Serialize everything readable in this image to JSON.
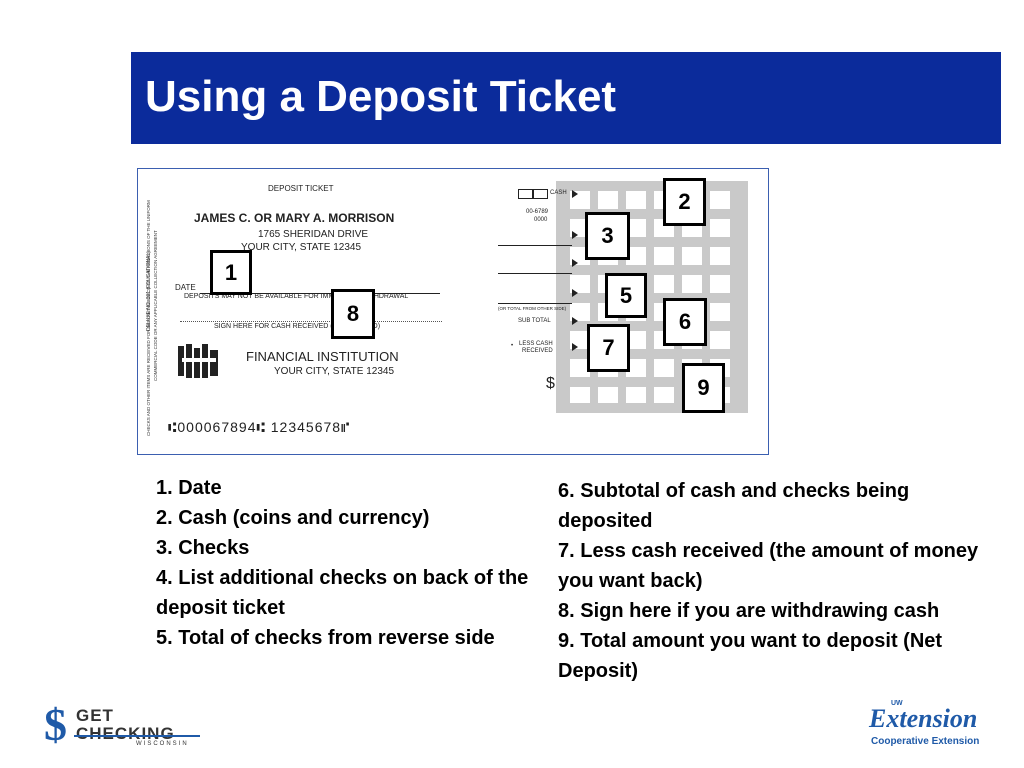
{
  "title": "Using a Deposit Ticket",
  "ticket": {
    "heading": "DEPOSIT TICKET",
    "name": "JAMES C. OR MARY A. MORRISON",
    "street": "1765 SHERIDAN DRIVE",
    "city": "YOUR CITY, STATE 12345",
    "date_label": "DATE",
    "deposit_note": "DEPOSITS MAY NOT BE AVAILABLE FOR IMMEDIATE WITHDRAWAL",
    "sign_note": "SIGN HERE FOR CASH RECEIVED (IF REQUIRED)",
    "institution": "FINANCIAL INSTITUTION",
    "institution_city": "YOUR CITY, STATE 12345",
    "micr": "⑆000067894⑆  12345678⑈",
    "cash_label": "CASH",
    "routing_top": "00-6789",
    "routing_bottom": "0000",
    "other_side": "(OR TOTAL FROM OTHER SIDE)",
    "subtotal_label": "SUB TOTAL",
    "less_cash_label_1": "LESS CASH",
    "less_cash_label_2": "RECEIVED",
    "dollar": "$",
    "side_text_1": "CHECKS AND OTHER ITEMS ARE RECEIVED FOR DEPOSIT SUBJECT TO THE PROVISIONS OF THE UNIFORM",
    "side_text_2": "COMMERCIAL CODE OR ANY APPLICABLE COLLECTION AGREEMENT",
    "side_text_3": "DELUXE NO. 301 (EDUCATIONAL)"
  },
  "callouts": [
    "1",
    "2",
    "3",
    "5",
    "6",
    "7",
    "8",
    "9"
  ],
  "legend_left": [
    "1. Date",
    "2. Cash (coins and currency)",
    "3. Checks",
    "4. List additional checks on back of the deposit ticket",
    "5. Total of checks from reverse side"
  ],
  "legend_right": [
    "6. Subtotal of cash and checks being deposited",
    "7. Less cash received (the amount of money you want back)",
    "8. Sign here if you are withdrawing cash",
    "9. Total amount you want to deposit (Net Deposit)"
  ],
  "logos": {
    "get": "GET",
    "checking": "CHECKING",
    "wisconsin": "WISCONSIN",
    "dollar": "$",
    "uw": "UW",
    "extension": "Extension",
    "coop": "Cooperative Extension"
  },
  "colors": {
    "title_bar": "#0b2b9b",
    "logo_blue": "#1f5aa8",
    "frame_border": "#3b5fb0"
  }
}
